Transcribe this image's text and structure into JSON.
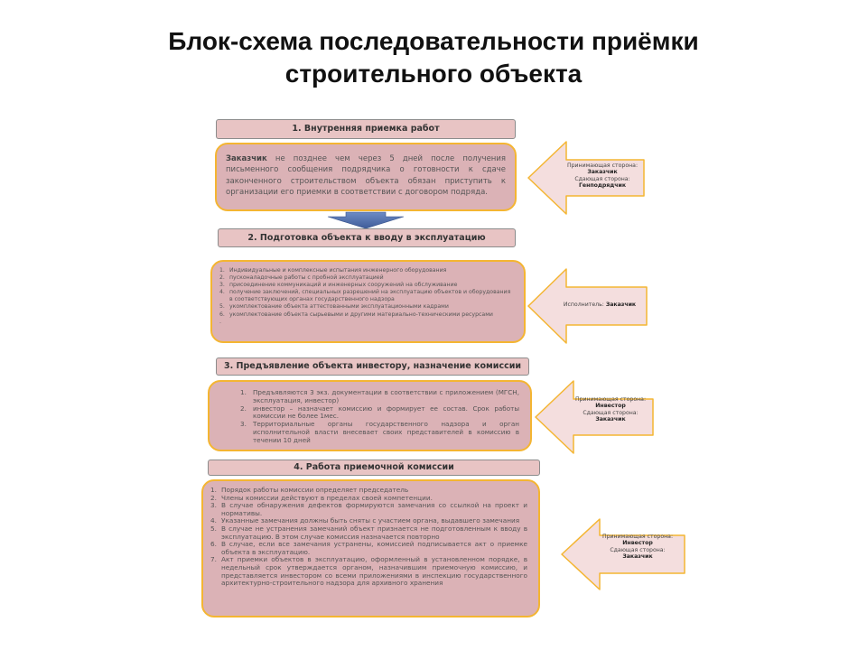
{
  "title": {
    "line1": "Блок-схема последовательности приёмки",
    "line2": "строительного объекта"
  },
  "steps": [
    {
      "heading": "1. Внутренняя приемка работ"
    },
    {
      "heading": "2. Подготовка объекта к вводу в эксплуатацию"
    },
    {
      "heading": "3. Предъявление объекта инвестору, назначение комиссии"
    },
    {
      "heading": "4. Работа приемочной комиссии"
    }
  ],
  "box1": {
    "bold": "Заказчик",
    "text": " не позднее чем через 5 дней после получения письменного сообщения подрядчика о готовности к сдаче законченного строительством объекта обязан приступить к организации его приемки в соответствии с договором подряда."
  },
  "box2": {
    "items": [
      {
        "num": "1.",
        "text": "Индивидуальные и комплексные испытания инженерного оборудования"
      },
      {
        "num": "2.",
        "text": "пусконаладочные работы с пробной эксплуатацией"
      },
      {
        "num": "3.",
        "text": "присоединение коммуникаций и инженерных сооружений на обслуживание"
      },
      {
        "num": "4.",
        "text": "получение заключений, специальных разрешений на эксплуатацию объектов и оборудования в соответствующих органах государственного надзора"
      },
      {
        "num": "5.",
        "text": "укомплектование объекта аттестованными эксплуатационными кадрами"
      },
      {
        "num": "6.",
        "text": "укомплектование объекта сырьевыми и другими материально-техническими ресурсами"
      },
      {
        "num": ".",
        "text": ""
      }
    ]
  },
  "box3": {
    "items": [
      {
        "num": "1.",
        "text": "Предъявляются 3 экз. документации в соответствии с приложением (МГСН, эксплуатация, инвестор)"
      },
      {
        "num": "2.",
        "text": "инвестор – назначает комиссию и формирует ее состав. Срок работы комиссии не более 1мес."
      },
      {
        "num": "3.",
        "text": "Территориальные органы государственного надзора и орган исполнительной власти внесевает своих представителей в комиссию в течении 10 дней"
      }
    ]
  },
  "box4": {
    "items": [
      {
        "num": "1.",
        "text": "Порядок работы комиссии определяет председатель"
      },
      {
        "num": "2.",
        "text": "Члены комиссии действуют в пределах своей компетенции."
      },
      {
        "num": "3.",
        "text": "В случае обнаружения дефектов формируются замечания со ссылкой на проект и нормативы."
      },
      {
        "num": "4.",
        "text": "Указанные замечания должны быть сняты с участием органа, выдавшего замечания"
      },
      {
        "num": "5.",
        "text": "В случае не устранения замечаний объект признается не подготовленным к вводу в эксплуатацию. В этом случае комиссия назначается повторно"
      },
      {
        "num": "6.",
        "text": "В случае, если все замечания устранены, комиссией подписывается акт о приемке объекта в эксплуатацию."
      },
      {
        "num": "7.",
        "text": "Акт приемки объектов в эксплуатацию, оформленный в установленном порядке, в недельный срок утверждается органом, назначившим приемочную комиссию, и представляется инвестором со всеми приложениями в инспекцию государственного архитектурно-строительного надзора для архивного хранения"
      }
    ]
  },
  "arrows": [
    {
      "line1": "Принимающая сторона:",
      "bold1": "Заказчик",
      "line2": "Сдающая сторона:",
      "bold2": "Генподрядчик"
    },
    {
      "text": "Исполнитель: ",
      "bold": "Заказчик"
    },
    {
      "line1": "Принимающая сторона:",
      "bold1": "Инвестор",
      "line2": "Сдающая сторона:",
      "bold2": "Заказчик"
    },
    {
      "line1": "Принимающая сторона:",
      "bold1": "Инвестор",
      "line2": "Сдающая сторона:",
      "bold2": "Заказчик"
    }
  ],
  "colors": {
    "box_fill": "#dbb2b6",
    "box_border": "#f4b532",
    "header_fill": "#e8c4c4",
    "down_arrow": "#4f6fae"
  }
}
